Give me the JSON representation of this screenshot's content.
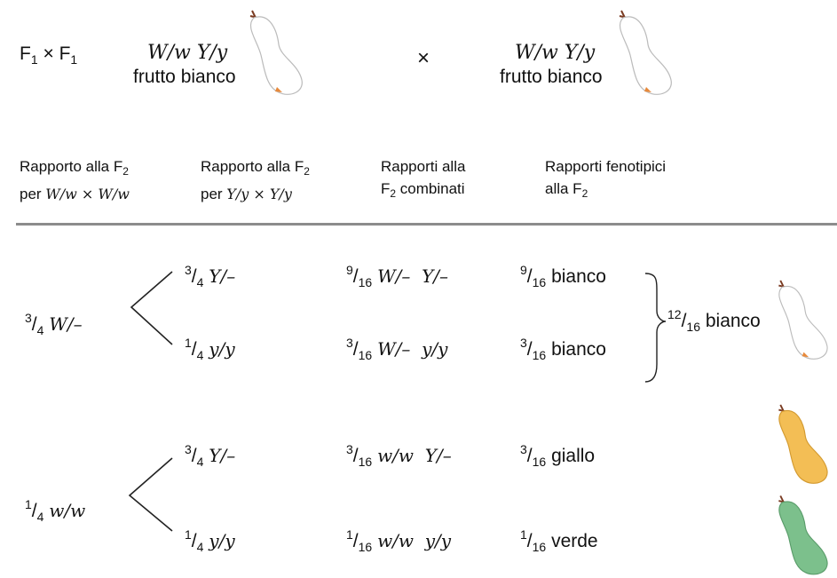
{
  "cross": {
    "left_label_main": "F",
    "left_label_sub": "1",
    "times": "×",
    "right_label_main": "F",
    "right_label_sub": "1",
    "parent1_genotype": "W/w Y/y",
    "parent1_phenotype": "frutto bianco",
    "cross_symbol": "×",
    "parent2_genotype": "W/w Y/y",
    "parent2_phenotype": "frutto bianco"
  },
  "headers": {
    "col1_line1": "Rapporto alla F",
    "col1_line1_sub": "2",
    "col1_line2_prefix": "per ",
    "col1_line2_formula": "W/w × W/w",
    "col2_line1": "Rapporto alla F",
    "col2_line1_sub": "2",
    "col2_line2_prefix": "per ",
    "col2_line2_formula": "Y/y × Y/y",
    "col3_line1": "Rapporti alla",
    "col3_line2": "F",
    "col3_line2_sub": "2",
    "col3_line2_suffix": " combinati",
    "col4_line1": "Rapporti fenotipici",
    "col4_line2": "alla F",
    "col4_line2_sub": "2"
  },
  "rows": {
    "w_dom": {
      "num": "3",
      "den": "4",
      "genotype": "W/–"
    },
    "w_rec": {
      "num": "1",
      "den": "4",
      "genotype": "w/w"
    },
    "r1": {
      "y_num": "3",
      "y_den": "4",
      "y_geno": "Y/–",
      "c_num": "9",
      "c_den": "16",
      "c_geno": "W/–  Y/–",
      "p_num": "9",
      "p_den": "16",
      "p_label": "bianco"
    },
    "r2": {
      "y_num": "1",
      "y_den": "4",
      "y_geno": "y/y",
      "c_num": "3",
      "c_den": "16",
      "c_geno": "W/–  y/y",
      "p_num": "3",
      "p_den": "16",
      "p_label": "bianco"
    },
    "r3": {
      "y_num": "3",
      "y_den": "4",
      "y_geno": "Y/–",
      "c_num": "3",
      "c_den": "16",
      "c_geno": "w/w  Y/–",
      "p_num": "3",
      "p_den": "16",
      "p_label": "giallo"
    },
    "r4": {
      "y_num": "1",
      "y_den": "4",
      "y_geno": "y/y",
      "c_num": "1",
      "c_den": "16",
      "c_geno": "w/w  y/y",
      "p_num": "1",
      "p_den": "16",
      "p_label": "verde"
    },
    "sum": {
      "num": "12",
      "den": "16",
      "label": "bianco"
    }
  },
  "colors": {
    "white_fruit": "#ffffff",
    "yellow_fruit": "#f3be55",
    "green_fruit": "#7cc08c",
    "stem": "#7a3b22",
    "tip": "#e8893a",
    "rule": "#8c8c8c"
  }
}
